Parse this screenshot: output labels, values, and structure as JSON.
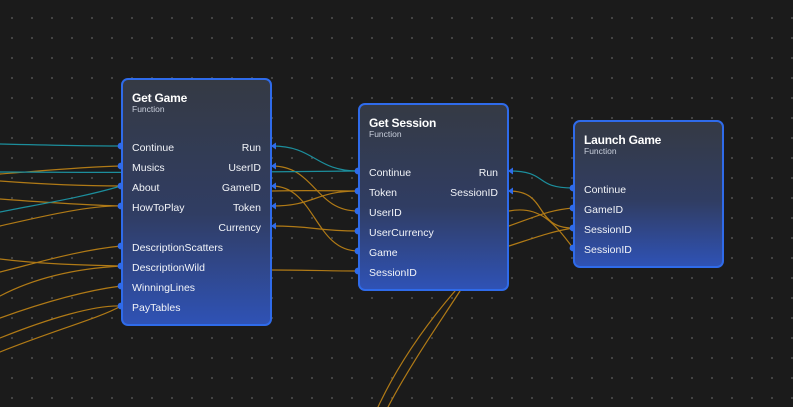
{
  "colors": {
    "exec_wire": "#1c8e9c",
    "data_wire": "#b07a16",
    "node_border": "#2f6bea",
    "port_in": "#2f6bea",
    "port_out": "#2f6bea"
  },
  "nodes": {
    "get_game": {
      "title": "Get Game",
      "subtitle": "Function",
      "inputs": [
        "Continue",
        "Musics",
        "About",
        "HowToPlay",
        "DescriptionScatters",
        "DescriptionWild",
        "WinningLines",
        "PayTables"
      ],
      "outputs": [
        "Run",
        "UserID",
        "GameID",
        "Token",
        "Currency"
      ]
    },
    "get_session": {
      "title": "Get Session",
      "subtitle": "Function",
      "inputs": [
        "Continue",
        "Token",
        "UserID",
        "UserCurrency",
        "Game",
        "SessionID"
      ],
      "outputs": [
        "Run",
        "SessionID"
      ]
    },
    "launch_game": {
      "title": "Launch Game",
      "subtitle": "Function",
      "inputs": [
        "Continue",
        "GameID",
        "SessionID",
        "SessionID"
      ],
      "outputs": []
    }
  }
}
